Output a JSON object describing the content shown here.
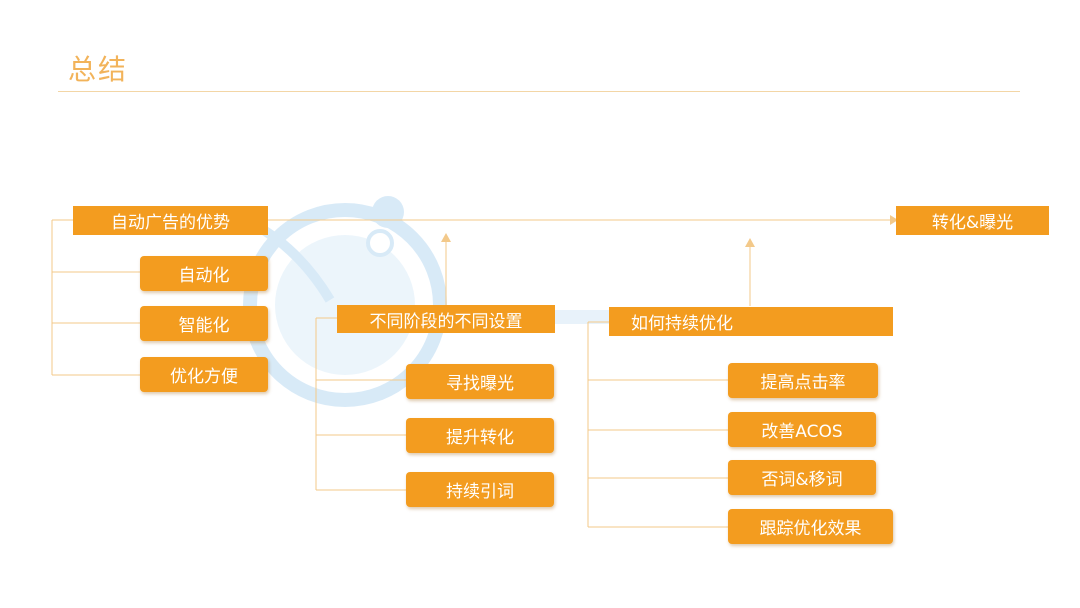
{
  "page": {
    "title": "总结"
  },
  "colors": {
    "accent": "#f39c1f",
    "title": "#f2b35a",
    "line": "#f3c98a"
  },
  "diagram": {
    "top_right": "转化&曝光",
    "groups": [
      {
        "label": "自动广告的优势",
        "children": [
          "自动化",
          "智能化",
          "优化方便"
        ]
      },
      {
        "label": "不同阶段的不同设置",
        "children": [
          "寻找曝光",
          "提升转化",
          "持续引词"
        ]
      },
      {
        "label": "如何持续优化",
        "children": [
          "提高点击率",
          "改善ACOS",
          "否词&移词",
          "跟踪优化效果"
        ]
      }
    ]
  }
}
